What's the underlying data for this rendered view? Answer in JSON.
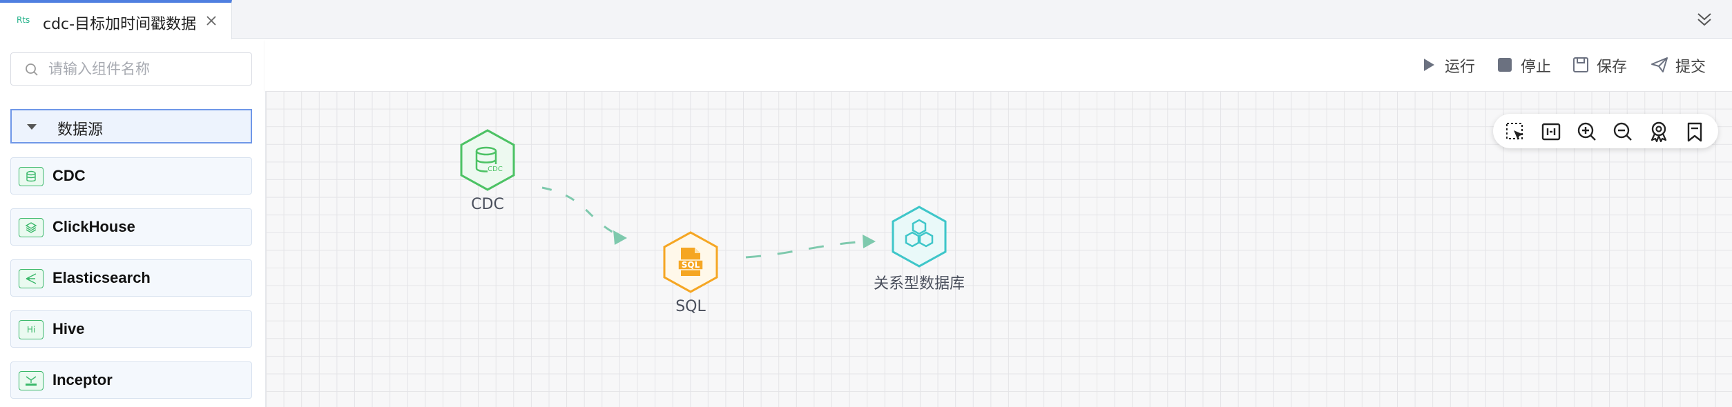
{
  "tab": {
    "badge": "Rts",
    "title": "cdc-目标加时间戳数据"
  },
  "sidebar": {
    "search_placeholder": "请输入组件名称",
    "group_label": "数据源",
    "items": [
      {
        "label": "CDC",
        "icon": "database-icon"
      },
      {
        "label": "ClickHouse",
        "icon": "clickhouse-icon"
      },
      {
        "label": "Elasticsearch",
        "icon": "elasticsearch-icon"
      },
      {
        "label": "Hive",
        "icon_text": "Hi",
        "icon": "hive-icon"
      },
      {
        "label": "Inceptor",
        "icon": "inceptor-icon"
      }
    ]
  },
  "toolbar": {
    "run": "运行",
    "stop": "停止",
    "save": "保存",
    "submit": "提交"
  },
  "canvas": {
    "nodes": [
      {
        "label": "CDC",
        "color": "#4cc264"
      },
      {
        "label": "SQL",
        "color": "#f5a623"
      },
      {
        "label": "关系型数据库",
        "color": "#3ec6c9"
      }
    ],
    "edge_color": "#7ec9ad"
  },
  "colors": {
    "accent": "#4f7fe0",
    "group_highlight": "#edf3fd"
  }
}
